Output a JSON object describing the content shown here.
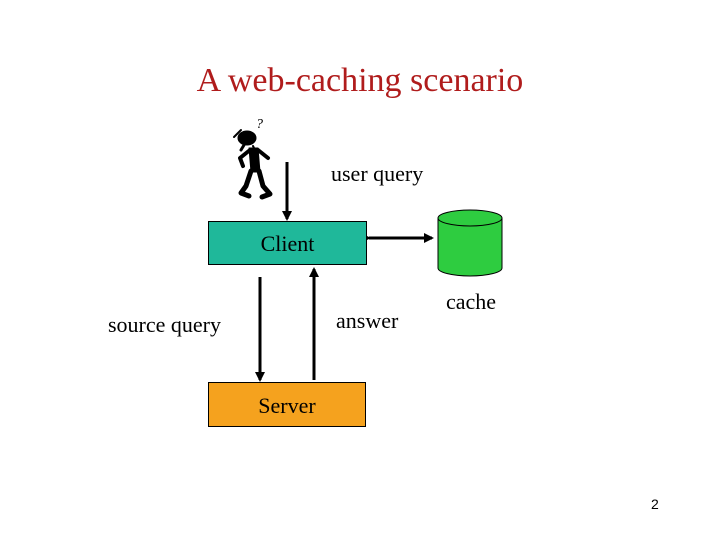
{
  "title": "A web-caching scenario",
  "labels": {
    "user_query": "user query",
    "client": "Client",
    "cache": "cache",
    "answer": "answer",
    "source_query": "source query",
    "server": "Server",
    "question_mark": "?"
  },
  "page_number": "2",
  "colors": {
    "title": "#b01c1c",
    "client_box": "#1fb89a",
    "server_box": "#f5a21e",
    "cache_cylinder": "#2ecc40"
  }
}
